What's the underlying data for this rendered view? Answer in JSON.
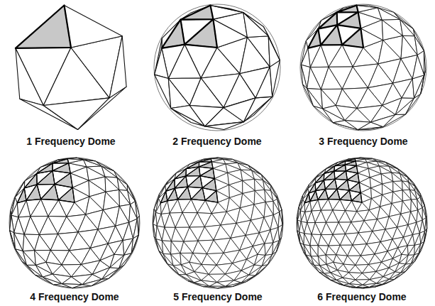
{
  "diagram": {
    "labels": [
      "1 Frequency Dome",
      "2 Frequency Dome",
      "3 Frequency Dome",
      "4 Frequency Dome",
      "5 Frequency Dome",
      "6 Frequency Dome"
    ]
  }
}
